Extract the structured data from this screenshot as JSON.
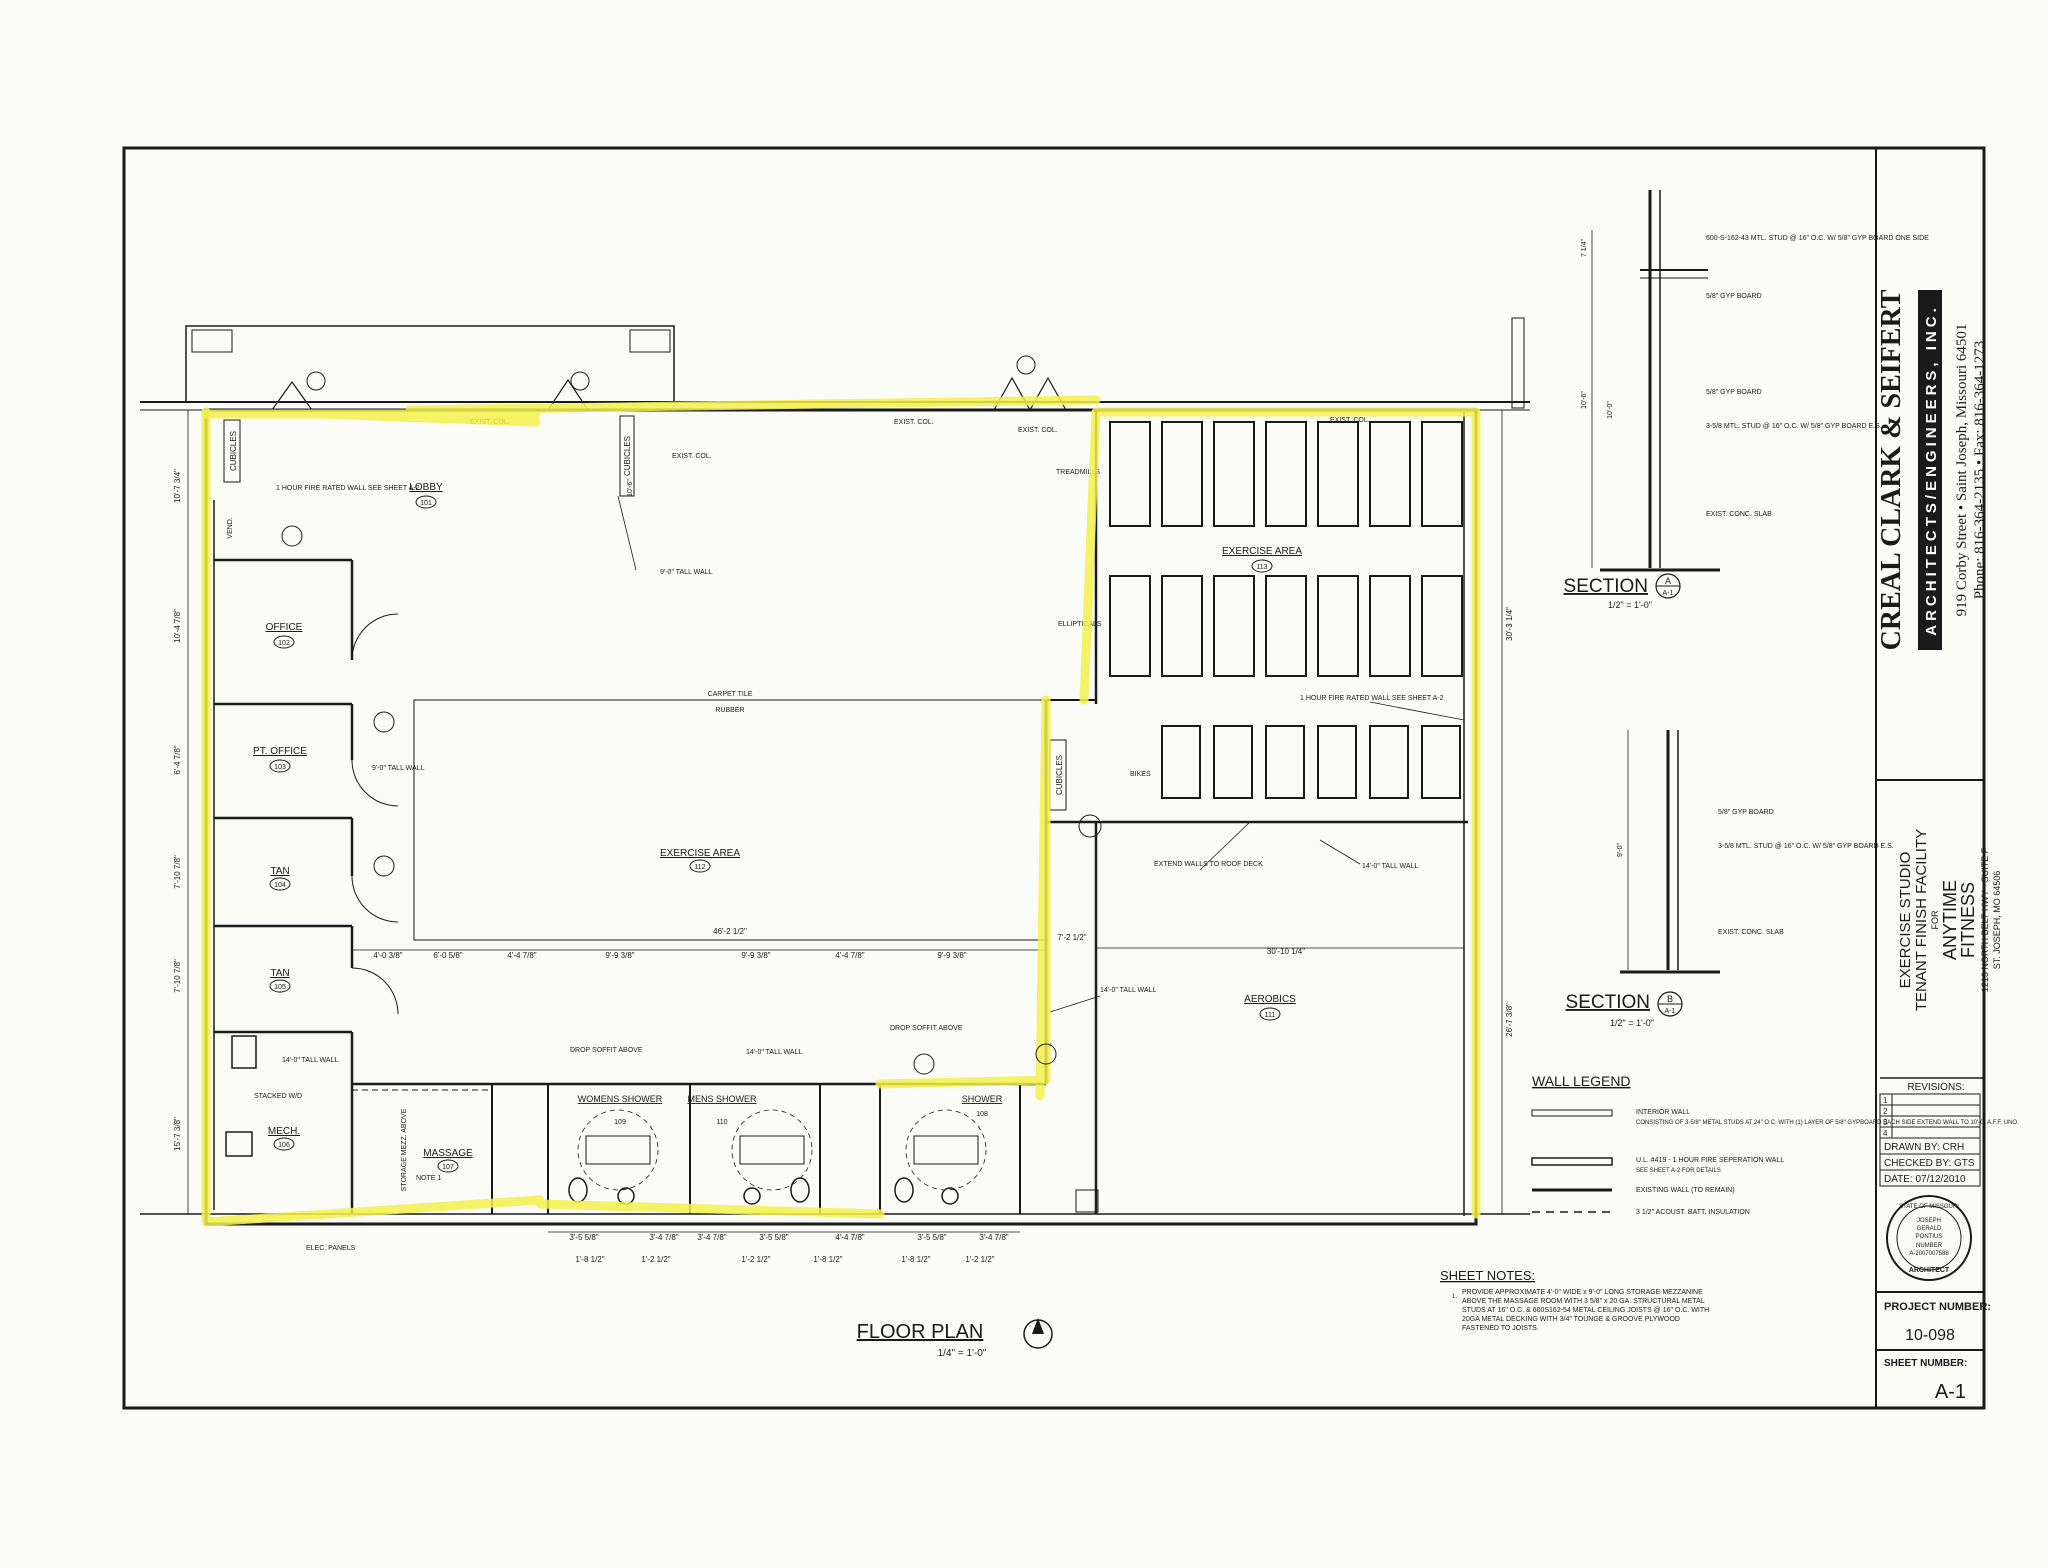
{
  "firm": {
    "name": "CREAL CLARK & SEIFERT",
    "tagline": "ARCHITECTS/ENGINEERS, INC.",
    "address": "919 Corby Street • Saint Joseph, Missouri 64501",
    "phone": "Phone: 816-364-2135 • Fax: 816-364-1273"
  },
  "project": {
    "line1": "EXERCISE STUDIO",
    "line2": "TENANT FINISH FACILITY",
    "for": "FOR",
    "client1": "ANYTIME",
    "client2": "FITNESS",
    "address1": "1213 NORTH BELT HWY - SUITE F",
    "address2": "ST. JOSEPH, MO  64506"
  },
  "titleblock": {
    "revisions_label": "REVISIONS:",
    "revision_rows": [
      "1",
      "2",
      "3",
      "4"
    ],
    "drawn_by": "DRAWN BY:   CRH",
    "checked_by": "CHECKED BY: GTS",
    "date": "DATE:  07/12/2010",
    "seal_lines": [
      "STATE OF MISSOURI",
      "JOSEPH",
      "GERALD",
      "PONTIUS",
      "NUMBER",
      "A-2007007588",
      "ARCHITECT"
    ],
    "project_number_label": "PROJECT NUMBER:",
    "project_number": "10-098",
    "sheet_number_label": "SHEET NUMBER:",
    "sheet_number": "A-1"
  },
  "plan": {
    "title": "FLOOR PLAN",
    "scale": "1/4\" = 1'-0\"",
    "rooms": {
      "lobby": "LOBBY",
      "lobby_no": "101",
      "office": "OFFICE",
      "office_no": "102",
      "pt_office": "PT. OFFICE",
      "pt_office_no": "103",
      "tan1": "TAN",
      "tan1_no": "104",
      "tan2": "TAN",
      "tan2_no": "105",
      "mech": "MECH.",
      "mech_no": "106",
      "massage": "MASSAGE",
      "massage_no": "107",
      "womens": "WOMENS SHOWER",
      "womens_no": "109",
      "mens": "MENS SHOWER",
      "mens_no": "110",
      "shower": "SHOWER",
      "shower_no": "108",
      "exercise_main": "EXERCISE AREA",
      "exercise_main_no": "112",
      "exercise_upper": "EXERCISE AREA",
      "exercise_upper_no": "113",
      "aerobics": "AEROBICS",
      "aerobics_no": "111"
    },
    "notes": {
      "exist_col": "EXIST. COL.",
      "fire_wall": "1 HOUR FIRE RATED WALL SEE SHEET A-2",
      "fire_wall2": "1 HOUR FIRE RATED WALL SEE SHEET A-2",
      "tall_wall_9": "9'-0\" TALL WALL",
      "tall_wall_14": "14'-0\" TALL WALL",
      "carpet_tile": "CARPET TILE",
      "rubber": "RUBBER",
      "treadmills": "TREADMILLS",
      "ellipticals": "ELLIPTICALS",
      "bikes": "BIKES",
      "cubicles": "CUBICLES",
      "vend": "VEND.",
      "extend_walls": "EXTEND WALLS TO ROOF DECK",
      "drop_soffit": "DROP SOFFIT ABOVE",
      "stacked": "STACKED W/D",
      "elec_panels": "ELEC. PANELS",
      "storage": "STORAGE MEZZ. ABOVE",
      "note1": "NOTE 1",
      "height_10": "10'-6\""
    },
    "dims_left": [
      "10'-7 3/4\"",
      "10'-4 7/8\"",
      "6'-4 7/8\"",
      "7'-10 7/8\"",
      "7'-10 7/8\"",
      "15'-7 3/8\""
    ],
    "dims_right": [
      "30'-3 1/4\"",
      "26'-7 3/8\""
    ],
    "dims_top": [
      "4'-0 3/8\"",
      "6'-0 5/8\"",
      "4'-4 7/8\"",
      "9'-9 3/8\"",
      "9'-9 3/8\"",
      "4'-4 7/8\"",
      "9'-9 3/8\""
    ],
    "dim_overall": "46'-2 1/2\"",
    "dim_aerobics": "30'-10 1/4\"",
    "dim_split": "7'-2 1/2\"",
    "dims_bottom": [
      "3'-5 5/8\"",
      "3'-4 7/8\"",
      "3'-4 7/8\"",
      "3'-5 5/8\"",
      "4'-4 7/8\"",
      "3'-5 5/8\"",
      "3'-4 7/8\""
    ],
    "dims_bottom2": [
      "1'-8 1/2\"",
      "1'-2 1/2\"",
      "1'-2 1/2\"",
      "1'-8 1/2\"",
      "1'-8 1/2\"",
      "1'-2 1/2\""
    ]
  },
  "section_a": {
    "title": "SECTION",
    "mark": "A",
    "sheet": "A-1",
    "scale": "1/2\" = 1'-0\"",
    "notes": [
      "600-S-162-43 MTL. STUD @ 16\" O.C. W/ 5/8\" GYP BOARD ONE SIDE",
      "5/8\" GYP BOARD",
      "5/8\" GYP BOARD",
      "3-5/8 MTL. STUD @ 16\" O.C. W/ 5/8\" GYP BOARD E.S.",
      "EXIST. CONC. SLAB"
    ],
    "dims": [
      "7 1/4\"",
      "10'-6\"",
      "10'-0\""
    ]
  },
  "section_b": {
    "title": "SECTION",
    "mark": "B",
    "sheet": "A-1",
    "scale": "1/2\" = 1'-0\"",
    "notes": [
      "5/8\" GYP BOARD",
      "3-5/8 MTL. STUD @ 16\" O.C. W/ 5/8\" GYP BOARD E.S.",
      "EXIST. CONC. SLAB"
    ],
    "dims": [
      "9'-0\""
    ]
  },
  "legend": {
    "title": "WALL LEGEND",
    "items": [
      {
        "name": "INTERIOR WALL",
        "desc": "CONSISTING OF 3-5/8\" METAL STUDS AT 24\" O.C. WITH (1) LAYER OF 5/8\" GYPBOARD EACH SIDE EXTEND WALL TO 10'-0\" A.F.F. UNO."
      },
      {
        "name": "U.L. #419 - 1 HOUR FIRE SEPERATION WALL",
        "desc": "SEE SHEET A-2 FOR DETAILS"
      },
      {
        "name": "EXISTING WALL (TO REMAIN)",
        "desc": ""
      },
      {
        "name": "3 1/2\" ACOUST. BATT. INSULATION",
        "desc": ""
      }
    ]
  },
  "sheet_notes": {
    "title": "SHEET NOTES:",
    "items": [
      "PROVIDE APPROXIMATE 4'-0\" WIDE x 9'-0\" LONG STORAGE MEZZANINE ABOVE THE MASSAGE ROOM WITH 3 5/8\" x 20 GA. STRUCTURAL METAL STUDS AT 16\" O.C. & 600S162-54 METAL CEILING JOISTS @ 16\" O.C. WITH 20GA METAL DECKING WITH 3/4\" TOUNGE & GROOVE PLYWOOD FASTENED TO JOISTS."
    ]
  },
  "colors": {
    "highlight": "#f3f04c",
    "ink": "#1a1a1a",
    "paper": "#fbfbf8"
  }
}
